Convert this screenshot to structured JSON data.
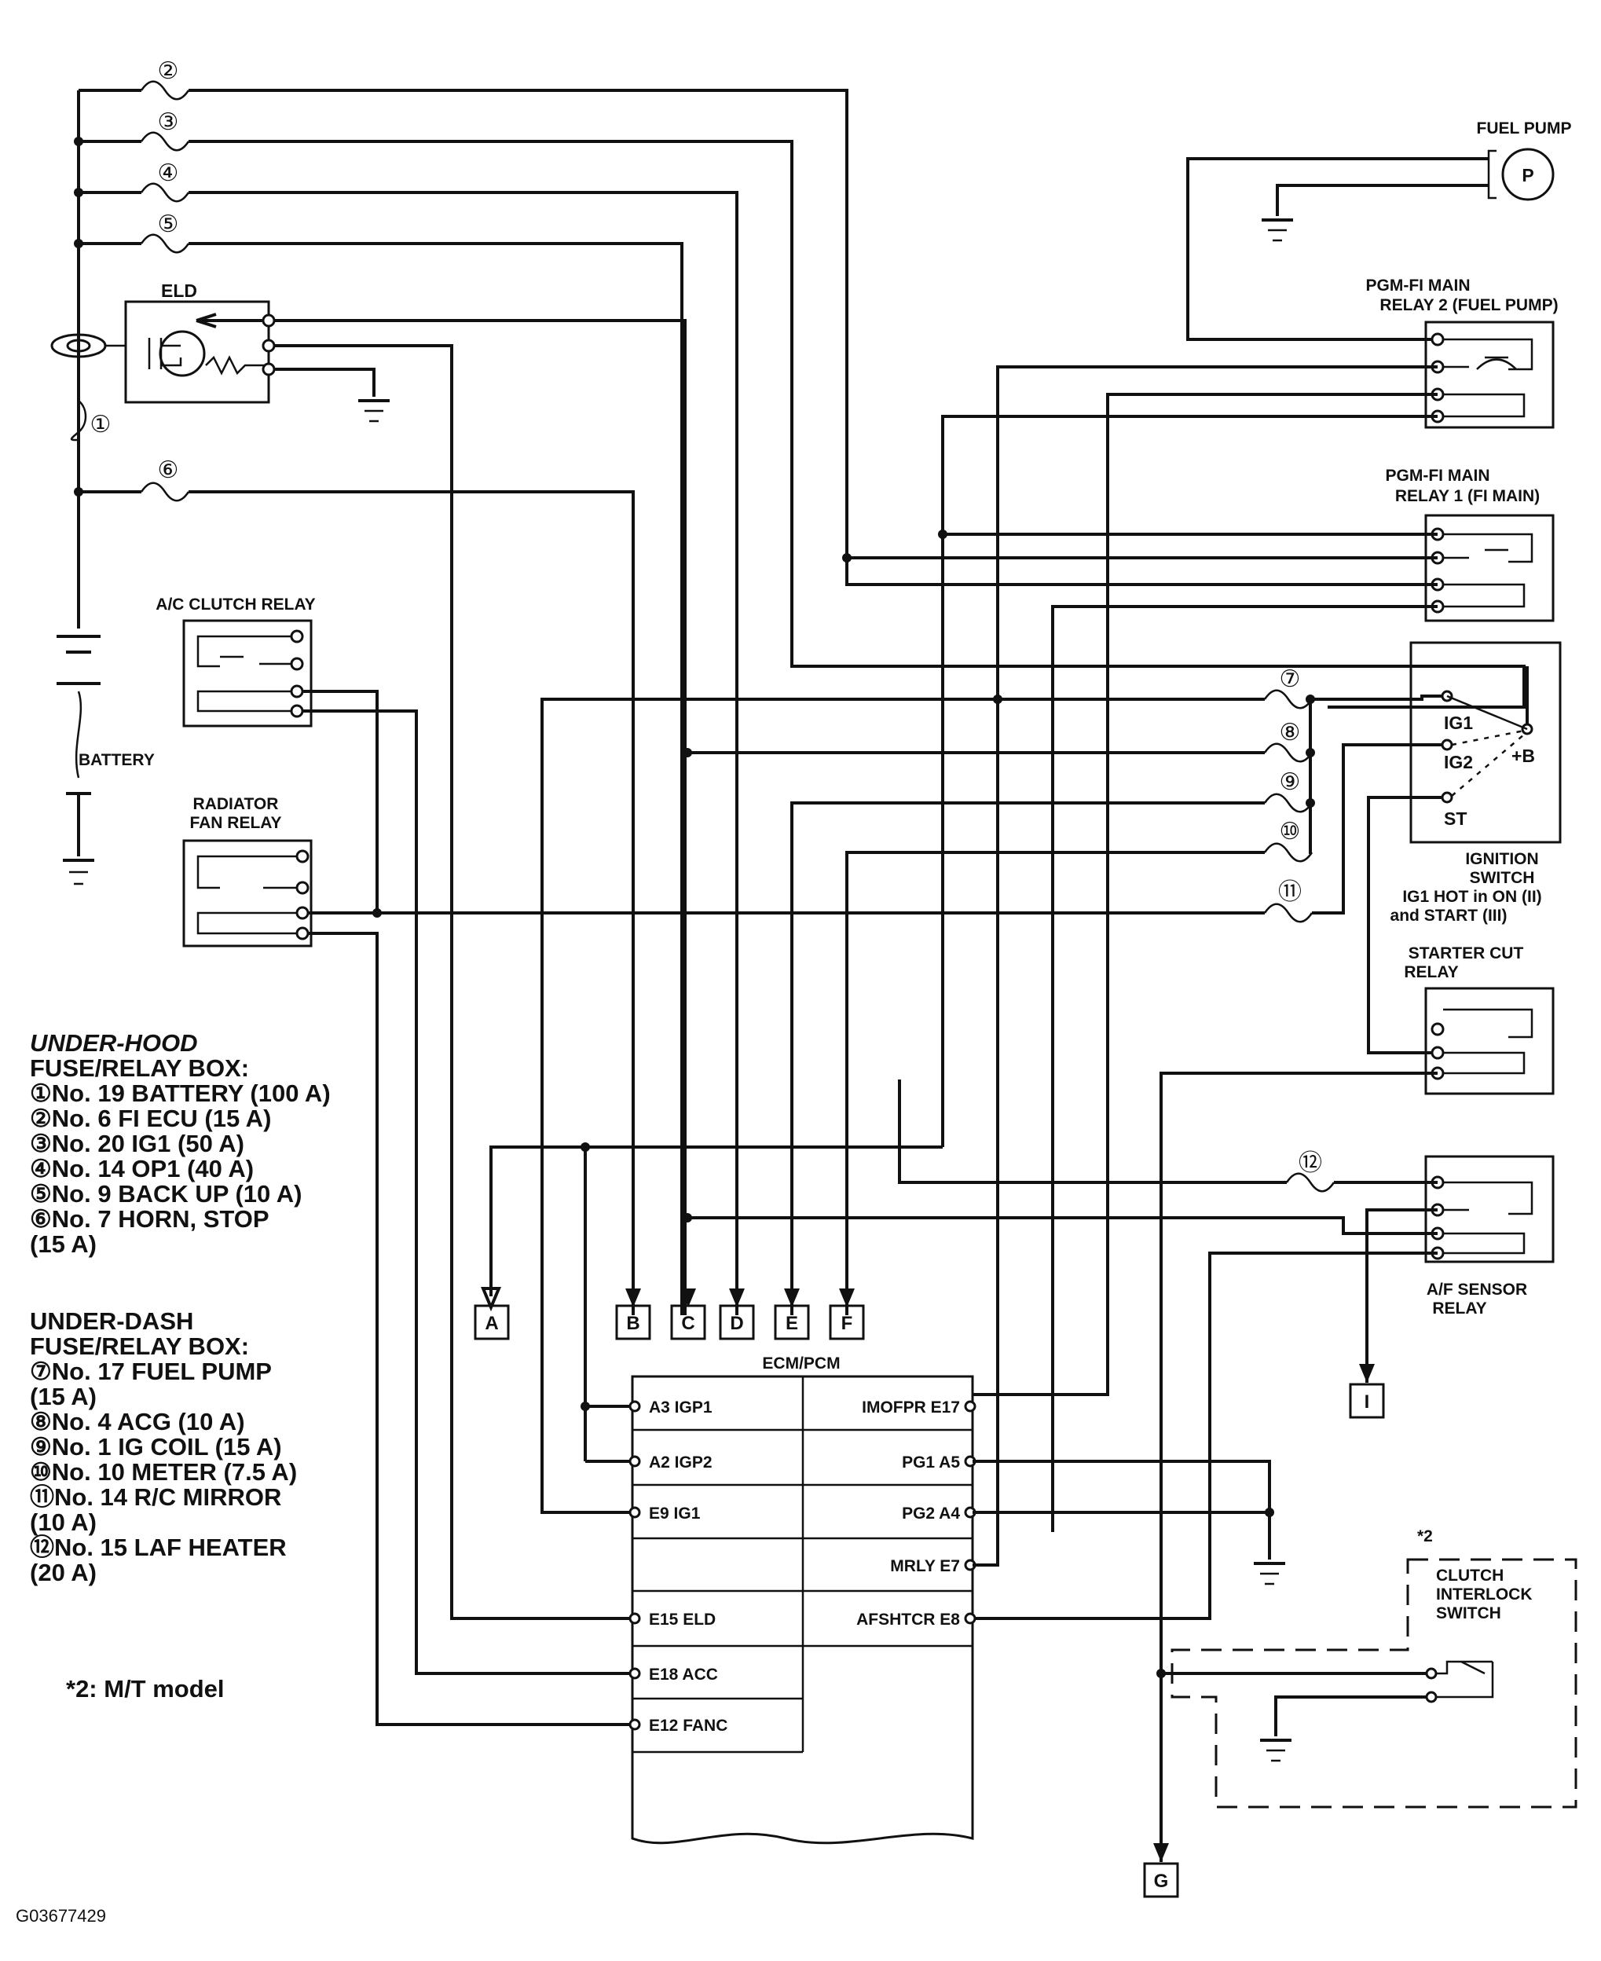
{
  "components": {
    "fuel_pump": "FUEL PUMP",
    "fuel_pump_symbol": "P",
    "main_relay_2_line1": "PGM-FI MAIN",
    "main_relay_2_line2": "RELAY 2 (FUEL PUMP)",
    "main_relay_1_line1": "PGM-FI MAIN",
    "main_relay_1_line2": "RELAY 1 (FI MAIN)",
    "eld": "ELD",
    "ac_clutch_relay": "A/C CLUTCH RELAY",
    "battery": "BATTERY",
    "radiator_fan_relay_line1": "RADIATOR",
    "radiator_fan_relay_line2": "FAN RELAY",
    "ignition_switch_line1": "IGNITION",
    "ignition_switch_line2": "SWITCH",
    "ignition_switch_line3": "IG1 HOT in ON (II)",
    "ignition_switch_line4": "and START (III)",
    "ig1": "IG1",
    "ig2": "IG2",
    "st": "ST",
    "plus_b": "+B",
    "starter_cut_relay_line1": "STARTER CUT",
    "starter_cut_relay_line2": "RELAY",
    "af_sensor_relay_line1": "A/F SENSOR",
    "af_sensor_relay_line2": "RELAY",
    "ecm_pcm": "ECM/PCM",
    "clutch_interlock_note": "*2",
    "clutch_interlock_line1": "CLUTCH",
    "clutch_interlock_line2": "INTERLOCK",
    "clutch_interlock_line3": "SWITCH"
  },
  "fuses": {
    "f1": "①",
    "f2": "②",
    "f3": "③",
    "f4": "④",
    "f5": "⑤",
    "f6": "⑥",
    "f7": "⑦",
    "f8": "⑧",
    "f9": "⑨",
    "f10": "⑩",
    "f11": "⑪",
    "f12": "⑫"
  },
  "connectors": [
    "A",
    "B",
    "C",
    "D",
    "E",
    "F",
    "G",
    "I"
  ],
  "ecm_left_pins": [
    "A3 IGP1",
    "A2 IGP2",
    "E9 IG1",
    "",
    "E15 ELD",
    "E18 ACC",
    "E12 FANC"
  ],
  "ecm_right_pins": [
    "IMOFPR E17",
    "PG1 A5",
    "PG2 A4",
    "MRLY E7",
    "AFSHTCR E8"
  ],
  "legend_under_hood": {
    "title_line1": "UNDER-HOOD",
    "title_line2": "FUSE/RELAY BOX:",
    "items": [
      "①No. 19 BATTERY (100 A)",
      "②No. 6 FI ECU (15 A)",
      "③No. 20 IG1 (50 A)",
      "④No. 14 OP1 (40 A)",
      "⑤No. 9 BACK UP (10 A)",
      "⑥No. 7 HORN, STOP",
      " (15 A)"
    ]
  },
  "legend_under_dash": {
    "title_line1": "UNDER-DASH",
    "title_line2": "FUSE/RELAY BOX:",
    "items": [
      "⑦No. 17 FUEL PUMP",
      " (15 A)",
      "⑧No. 4 ACG (10 A)",
      "⑨No. 1 IG COIL (15 A)",
      "⑩No. 10 METER (7.5 A)",
      "⑪No. 14 R/C MIRROR",
      " (10 A)",
      "⑫No. 15 LAF HEATER",
      " (20 A)"
    ]
  },
  "note_mt": "*2: M/T model",
  "figure_id": "G03677429"
}
